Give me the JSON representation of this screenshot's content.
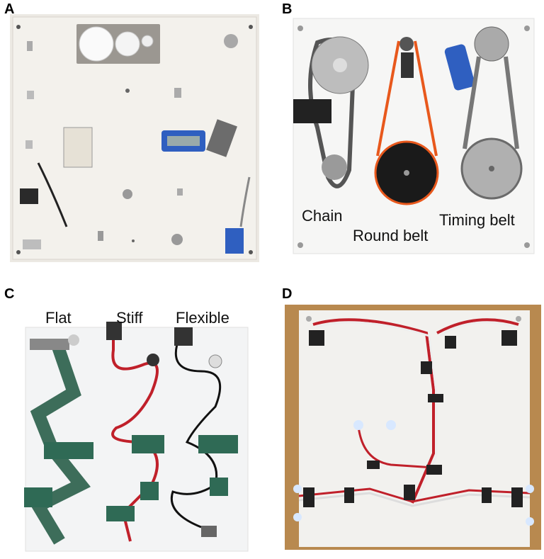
{
  "panels": [
    {
      "letter": "A",
      "labels": []
    },
    {
      "letter": "B",
      "labels": [
        "Chain",
        "Round belt",
        "Timing belt"
      ]
    },
    {
      "letter": "C",
      "labels": [
        "Flat",
        "Stiff",
        "Flexible"
      ]
    },
    {
      "letter": "D",
      "labels": []
    }
  ],
  "colors": {
    "board_white": "#f2f1ee",
    "blue_part": "#2f5fc0",
    "red_cable": "#c0202a",
    "green_clip": "#2f6a55",
    "orange_belt": "#e8581c",
    "wood": "#b8894f"
  }
}
